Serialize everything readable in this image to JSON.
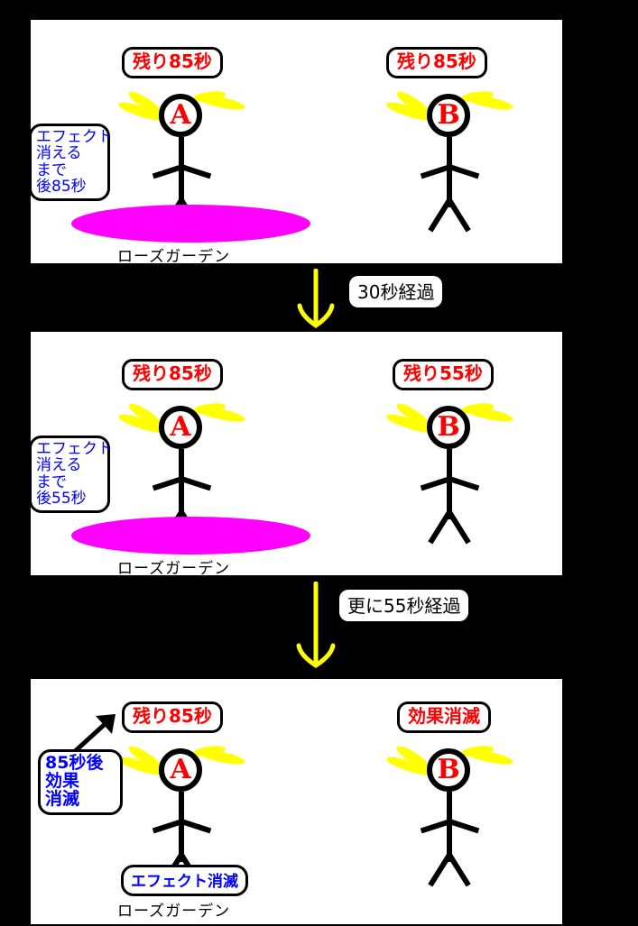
{
  "meta": {
    "title": "効果時間の経過イメージ",
    "colors": {
      "background": "#000000",
      "panel": "#ffffff",
      "callout_text": "#ff0000",
      "note_text": "#0000ff",
      "effect_area": "#ff00ff",
      "arrow": "#ffff00",
      "hair": "#ffff00",
      "outline": "#000000"
    }
  },
  "panels": [
    {
      "id": "panel-1",
      "characters": [
        {
          "id": "character-a",
          "letter": "A",
          "callout": "残り85秒",
          "note": [
            "エフェクト",
            "消える",
            "まで",
            "後85秒"
          ],
          "has_effect_area": true,
          "effect_area_label": "ローズガーデン"
        },
        {
          "id": "character-b",
          "letter": "B",
          "callout": "残り85秒",
          "note": null,
          "has_effect_area": false,
          "effect_area_label": null
        }
      ]
    },
    {
      "id": "panel-2",
      "characters": [
        {
          "id": "character-a",
          "letter": "A",
          "callout": "残り85秒",
          "note": [
            "エフェクト",
            "消える",
            "まで",
            "後55秒"
          ],
          "has_effect_area": true,
          "effect_area_label": "ローズガーデン"
        },
        {
          "id": "character-b",
          "letter": "B",
          "callout": "残り55秒",
          "note": null,
          "has_effect_area": false,
          "effect_area_label": null
        }
      ]
    },
    {
      "id": "panel-3",
      "characters": [
        {
          "id": "character-a",
          "letter": "A",
          "callout": "残り85秒",
          "note": [
            "85秒後",
            "効果",
            "消滅"
          ],
          "pill_label": "エフェクト消滅",
          "has_effect_area": false,
          "effect_area_label": "ローズガーデン"
        },
        {
          "id": "character-b",
          "letter": "B",
          "callout": "効果消滅",
          "note": null,
          "has_effect_area": false,
          "effect_area_label": null
        }
      ]
    }
  ],
  "transitions": [
    {
      "id": "transition-1",
      "label": "30秒経過"
    },
    {
      "id": "transition-2",
      "label": "更に55秒経過"
    }
  ]
}
